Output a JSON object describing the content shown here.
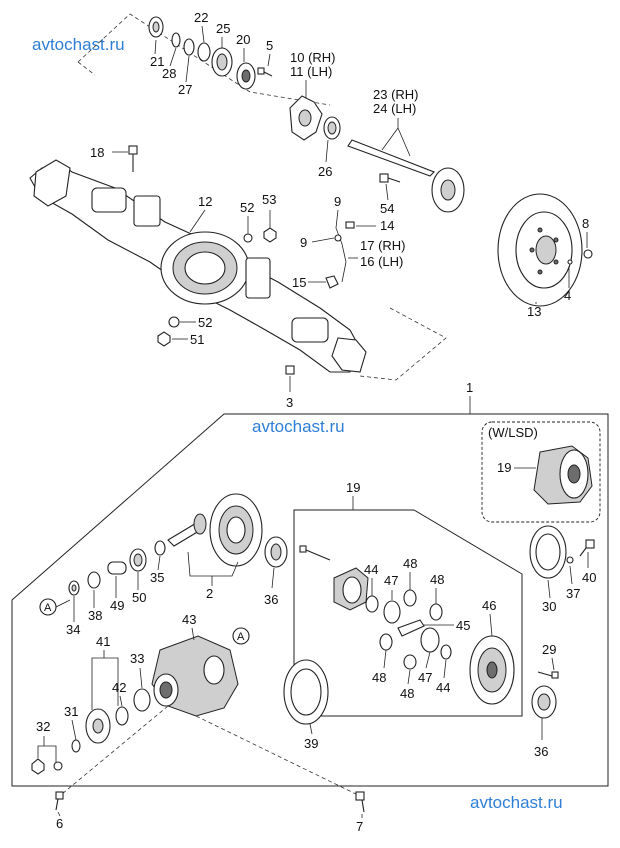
{
  "watermarks": [
    "avtochast.ru",
    "avtochast.ru",
    "avtochast.ru"
  ],
  "labels": {
    "p1": "1",
    "p2": "2",
    "p3": "3",
    "p4": "4",
    "p5": "5",
    "p6": "6",
    "p7": "7",
    "p8": "8",
    "p9a": "9",
    "p9b": "9",
    "p10": "10 (RH)",
    "p11": "11 (LH)",
    "p12": "12",
    "p13": "13",
    "p14": "14",
    "p15": "15",
    "p16": "16 (LH)",
    "p17": "17 (RH)",
    "p18": "18",
    "p19a": "19",
    "p19b": "19",
    "p20": "20",
    "p21": "21",
    "p22": "22",
    "p23": "23 (RH)",
    "p24": "24 (LH)",
    "p25": "25",
    "p26": "26",
    "p27": "27",
    "p28": "28",
    "p29": "29",
    "p30": "30",
    "p31": "31",
    "p32": "32",
    "p33": "33",
    "p34": "34",
    "p35": "35",
    "p36a": "36",
    "p36b": "36",
    "p37": "37",
    "p38": "38",
    "p39": "39",
    "p40": "40",
    "p41": "41",
    "p42": "42",
    "p43": "43",
    "p44a": "44",
    "p44b": "44",
    "p45": "45",
    "p46": "46",
    "p47a": "47",
    "p47b": "47",
    "p48a": "48",
    "p48b": "48",
    "p48c": "48",
    "p48d": "48",
    "p49": "49",
    "p50": "50",
    "p51": "51",
    "p52a": "52",
    "p52b": "52",
    "p53": "53",
    "p54": "54",
    "refA1": "A",
    "refA2": "A",
    "wlsd": "(W/LSD)"
  }
}
